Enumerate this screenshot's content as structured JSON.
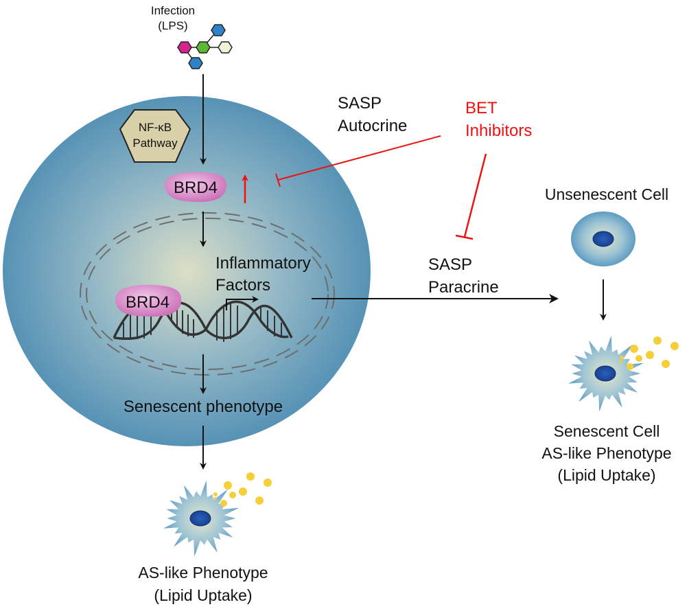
{
  "infection": {
    "line1": "Infection",
    "line2": "(LPS)"
  },
  "nfkb": {
    "line1": "NF-κB",
    "line2": "Pathway"
  },
  "brd4_top": "BRD4",
  "brd4_dna": "BRD4",
  "inflammatory": {
    "line1": "Inflammatory",
    "line2": "Factors"
  },
  "senescent_phenotype": "Senescent phenotype",
  "sasp_autocrine": {
    "line1": "SASP",
    "line2": "Autocrine"
  },
  "bet_inhibitors": {
    "line1": "BET",
    "line2": "Inhibitors"
  },
  "sasp_paracrine": {
    "line1": "SASP",
    "line2": "Paracrine"
  },
  "unsenescent_cell": "Unsenescent Cell",
  "right_result": {
    "line1": "Senescent Cell",
    "line2": "AS-like Phenotype",
    "line3": "(Lipid Uptake)"
  },
  "bottom_result": {
    "line1": "AS-like Phenotype",
    "line2": "(Lipid Uptake)"
  },
  "colors": {
    "inhibitor_red": "#ee1111",
    "brd4_pink": "#d986c8",
    "nfkb_tan": "#d8d0a8",
    "cell_blue": "#4d8fb5",
    "cell_center": "#d8dcc4",
    "nucleus_blue": "#1e4fa8",
    "lipid_yellow": "#f5cf3a"
  }
}
